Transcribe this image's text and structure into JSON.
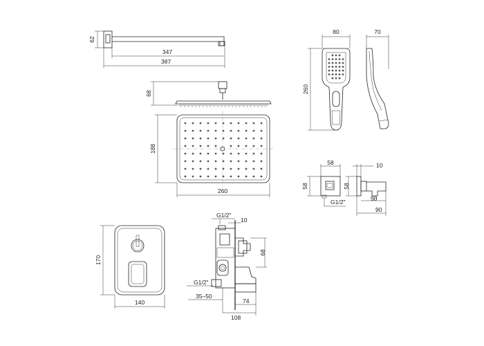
{
  "drawing": {
    "shower_arm": {
      "height": "62",
      "length_inner": "347",
      "length_total": "387"
    },
    "head_shower": {
      "thickness": "68",
      "depth": "188",
      "width": "260"
    },
    "hand_shower": {
      "width": "80",
      "depth": "70",
      "length": "260"
    },
    "wall_outlet": {
      "width": "58",
      "height": "58",
      "depth": "10",
      "offset": "50",
      "length": "90",
      "thread": "G1/2\""
    },
    "mixer_plate": {
      "height": "170",
      "width": "140"
    },
    "mixer_body": {
      "thread_top": "G1/2\"",
      "wall_offset": "10",
      "outlet_height": "68",
      "thread_bottom": "G1/2\"",
      "install_depth": "35–50",
      "spout_depth": "74",
      "total_depth": "108"
    }
  }
}
